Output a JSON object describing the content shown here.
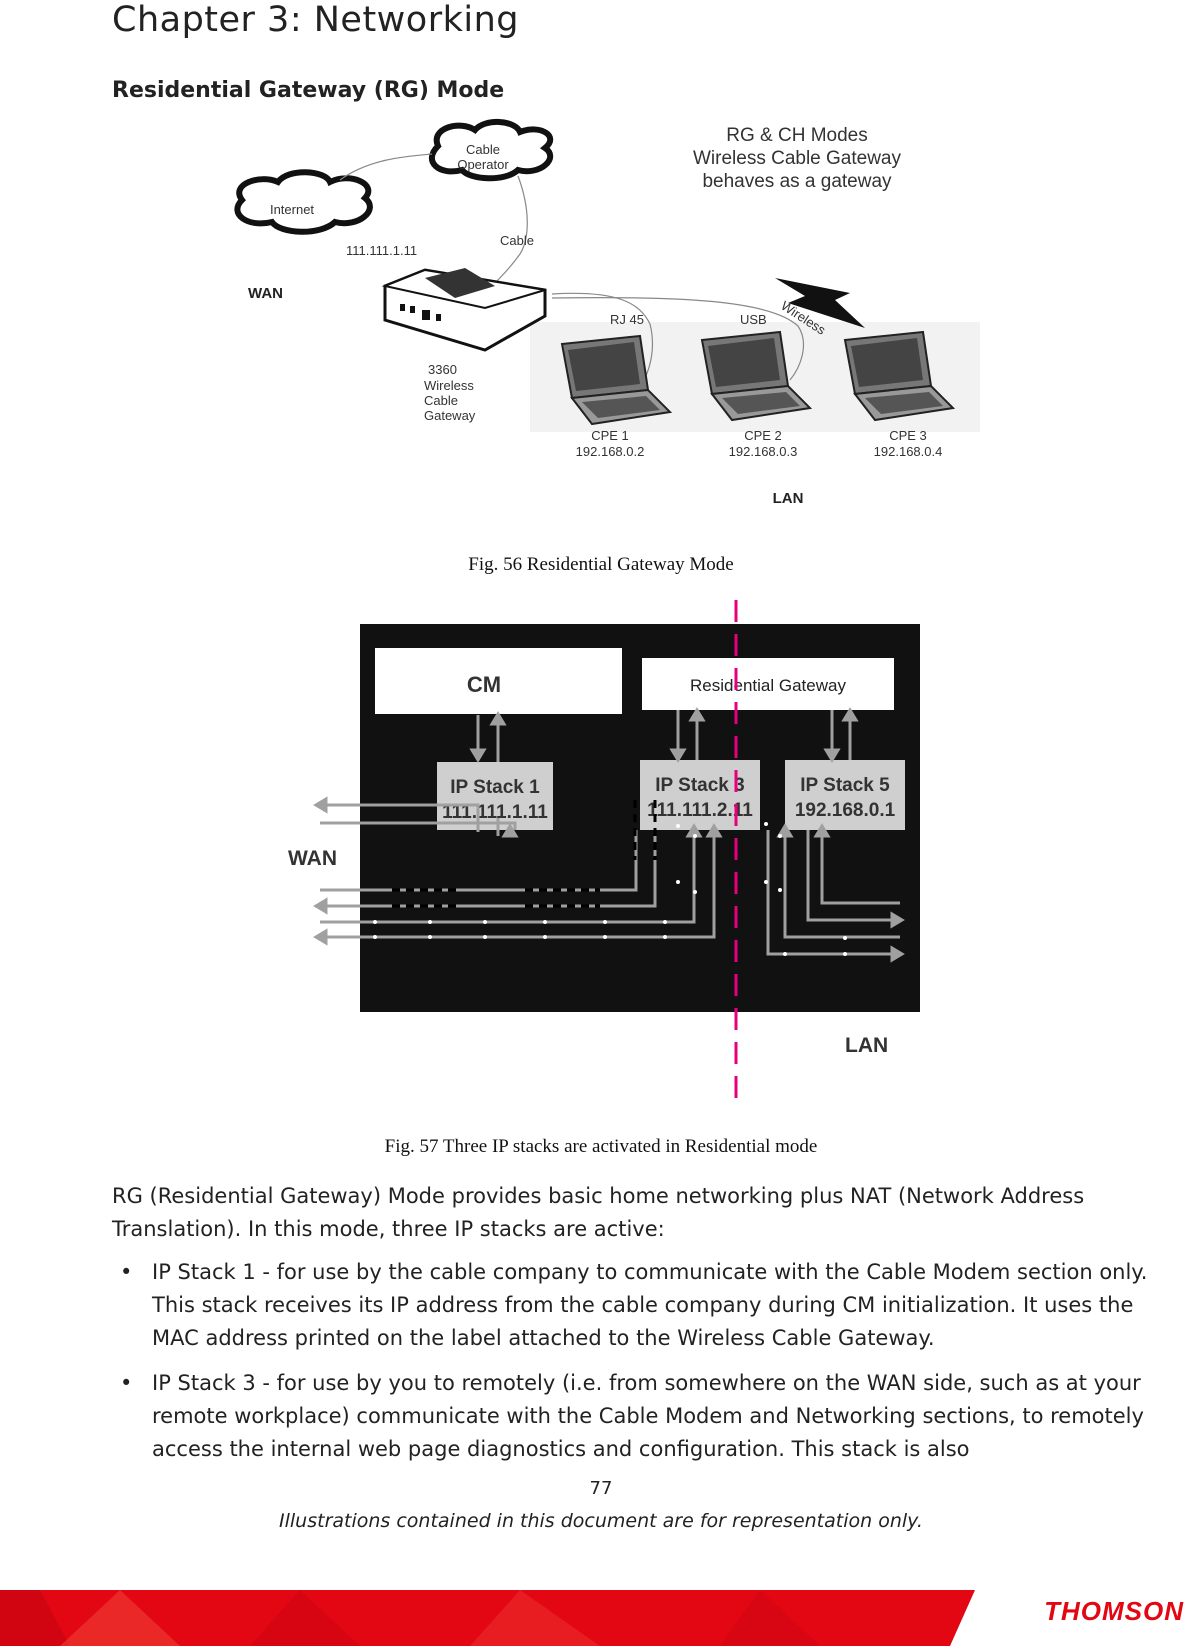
{
  "header": {
    "chapter_title": "Chapter 3: Networking",
    "section_title": "Residential Gateway (RG) Mode"
  },
  "figure1": {
    "title_lines": [
      "RG & CH Modes",
      "Wireless Cable Gateway",
      "behaves as a gateway"
    ],
    "cloud_cable_operator": [
      "Cable",
      "Operator"
    ],
    "cloud_internet": "Internet",
    "wan_ip": "111.111.1.11",
    "cable_label": "Cable",
    "wan_label": "WAN",
    "device_label": [
      "3360",
      "Wireless",
      "Cable",
      "Gateway"
    ],
    "rj45_label": "RJ 45",
    "usb_label": "USB",
    "wireless_label": "Wireless",
    "cpes": [
      {
        "name": "CPE 1",
        "ip": "192.168.0.2"
      },
      {
        "name": "CPE 2",
        "ip": "192.168.0.3"
      },
      {
        "name": "CPE 3",
        "ip": "192.168.0.4"
      }
    ],
    "lan_label": "LAN",
    "caption": "Fig. 56 Residential Gateway Mode"
  },
  "figure2": {
    "cm_label": "CM",
    "rg_label": "Residential Gateway",
    "stacks": [
      {
        "name": "IP Stack 1",
        "ip": "111.111.1.11"
      },
      {
        "name": "IP Stack 3",
        "ip": "111.111.2.11"
      },
      {
        "name": "IP Stack 5",
        "ip": "192.168.0.1"
      }
    ],
    "wan_label": "WAN",
    "lan_label": "LAN",
    "caption": "Fig. 57 Three IP stacks are activated in Residential mode"
  },
  "body": {
    "intro": "RG (Residential Gateway) Mode provides basic home networking plus NAT (Network Address Translation). In this mode, three IP stacks are active:",
    "bullets": [
      "IP Stack 1 - for use by the cable company to communicate with the Cable Modem section only. This stack receives its IP address from the cable company during CM initialization. It uses the MAC address printed on the label attached to the Wireless Cable Gateway.",
      "IP Stack 3 - for use by you to remotely (i.e. from somewhere on the WAN side, such as at your remote workplace) communicate with the Cable Modem and Networking sections, to remotely access the internal web page diagnostics and configuration. This stack is also"
    ]
  },
  "footer": {
    "page_number": "77",
    "disclaimer": "Illustrations contained in this document are for representation only.",
    "brand": "THOMSON",
    "brand_color": "#e30613"
  }
}
